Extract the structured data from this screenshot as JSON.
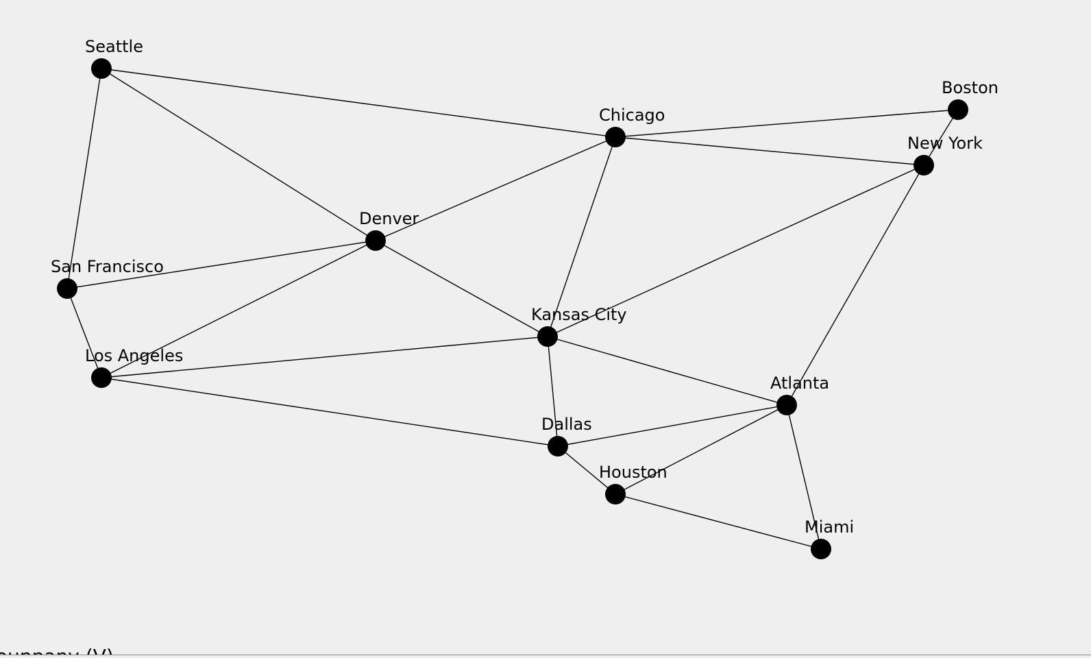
{
  "diagram": {
    "background": "#efefef",
    "node_color": "#000000",
    "edge_color": "#000000",
    "cities": [
      {
        "id": "seattle",
        "label": "Seattle"
      },
      {
        "id": "san-francisco",
        "label": "San Francisco"
      },
      {
        "id": "los-angeles",
        "label": "Los Angeles"
      },
      {
        "id": "denver",
        "label": "Denver"
      },
      {
        "id": "kansas-city",
        "label": "Kansas City"
      },
      {
        "id": "chicago",
        "label": "Chicago"
      },
      {
        "id": "boston",
        "label": "Boston"
      },
      {
        "id": "new-york",
        "label": "New York"
      },
      {
        "id": "atlanta",
        "label": "Atlanta"
      },
      {
        "id": "miami",
        "label": "Miami"
      },
      {
        "id": "dallas",
        "label": "Dallas"
      },
      {
        "id": "houston",
        "label": "Houston"
      }
    ],
    "edges": [
      [
        "seattle",
        "chicago"
      ],
      [
        "seattle",
        "denver"
      ],
      [
        "seattle",
        "san-francisco"
      ],
      [
        "san-francisco",
        "denver"
      ],
      [
        "san-francisco",
        "los-angeles"
      ],
      [
        "los-angeles",
        "denver"
      ],
      [
        "los-angeles",
        "kansas-city"
      ],
      [
        "los-angeles",
        "dallas"
      ],
      [
        "denver",
        "chicago"
      ],
      [
        "denver",
        "kansas-city"
      ],
      [
        "chicago",
        "boston"
      ],
      [
        "chicago",
        "new-york"
      ],
      [
        "chicago",
        "kansas-city"
      ],
      [
        "boston",
        "new-york"
      ],
      [
        "new-york",
        "kansas-city"
      ],
      [
        "new-york",
        "atlanta"
      ],
      [
        "kansas-city",
        "atlanta"
      ],
      [
        "kansas-city",
        "dallas"
      ],
      [
        "dallas",
        "atlanta"
      ],
      [
        "dallas",
        "houston"
      ],
      [
        "houston",
        "atlanta"
      ],
      [
        "houston",
        "miami"
      ],
      [
        "atlanta",
        "miami"
      ]
    ]
  },
  "footer": {
    "partial_text": "ounpany (V)"
  }
}
